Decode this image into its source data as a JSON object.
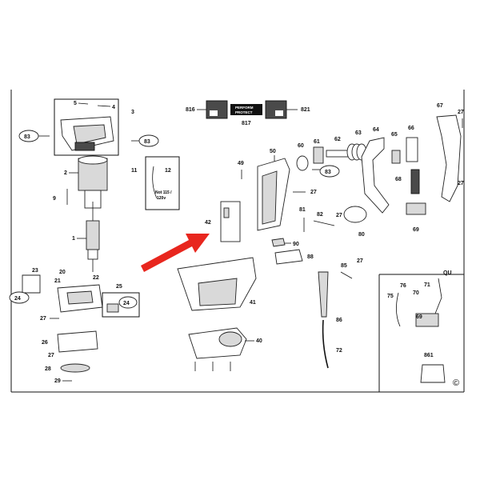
{
  "callouts": {
    "l2": "2",
    "l3": "3",
    "l4": "4",
    "l5": "5",
    "l9": "9",
    "l1": "1",
    "l11": "11",
    "l12": "12",
    "l83a": "83",
    "l83b": "83",
    "l83c": "83",
    "l816": "816",
    "l817": "817",
    "l821": "821",
    "l49": "49",
    "l50": "50",
    "l60": "60",
    "l61": "61",
    "l62": "62",
    "l63": "63",
    "l64": "64",
    "l65": "65",
    "l66": "66",
    "l67": "67",
    "l27a": "27",
    "l68": "68",
    "l69": "69",
    "l27b": "27",
    "l42": "42",
    "l81": "81",
    "l82": "82",
    "l27c": "27",
    "l80": "80",
    "l90": "90",
    "l88": "88",
    "l85": "85",
    "l27d": "27",
    "l27e": "27",
    "l41": "41",
    "l86": "86",
    "l72": "72",
    "l40": "40",
    "l23": "23",
    "l20": "20",
    "l21": "21",
    "l22": "22",
    "l25": "25",
    "l24a": "24",
    "l24b": "24",
    "l27f": "27",
    "l26": "26",
    "l27g": "27",
    "l28": "28",
    "l29": "29",
    "l76": "76",
    "l71": "71",
    "l70": "70",
    "l75": "75",
    "l69b": "69",
    "l861": "861",
    "lqu": "QU"
  },
  "note": {
    "line1": "Not 115 /",
    "line2": "120v"
  },
  "labels": {
    "brand": "PERFORM",
    "brand2": "PROTECT",
    "copyright": "©"
  },
  "colors": {
    "arrow": "#e8261e",
    "ink": "#111111"
  }
}
